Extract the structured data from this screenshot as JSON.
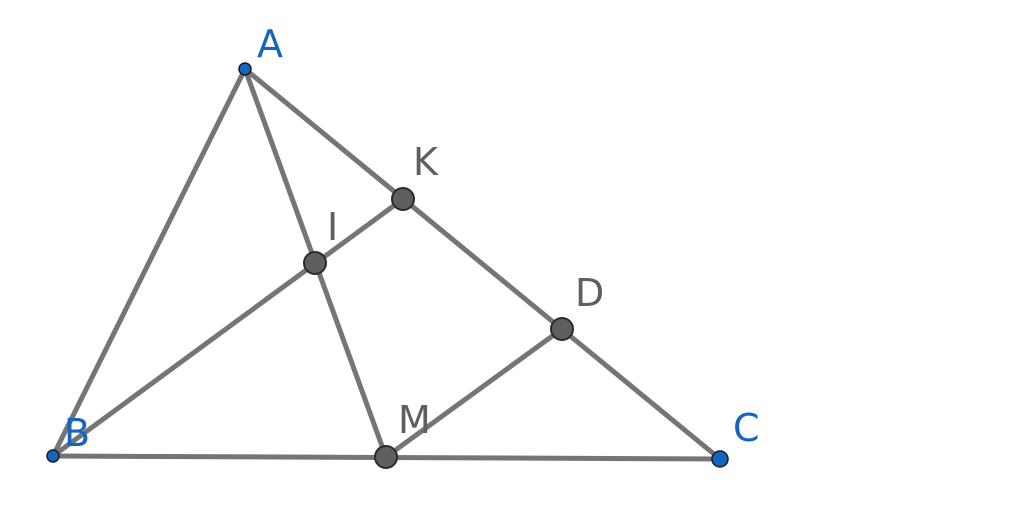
{
  "colors": {
    "segment": "#757575",
    "free_point_fill": "#1565c0",
    "free_point_label": "#1565c0",
    "dependent_point_fill": "#5f5f5f",
    "dependent_point_label": "#5f5f5f",
    "background": "#ffffff"
  },
  "points": {
    "A": {
      "label": "A",
      "type": "free"
    },
    "B": {
      "label": "B",
      "type": "free"
    },
    "C": {
      "label": "C",
      "type": "free"
    },
    "K": {
      "label": "K",
      "type": "dependent"
    },
    "I": {
      "label": "I",
      "type": "dependent"
    },
    "D": {
      "label": "D",
      "type": "dependent"
    },
    "M": {
      "label": "M",
      "type": "dependent"
    }
  },
  "segments": [
    {
      "from": "A",
      "to": "B"
    },
    {
      "from": "A",
      "to": "C"
    },
    {
      "from": "B",
      "to": "C"
    },
    {
      "from": "A",
      "to": "M"
    },
    {
      "from": "B",
      "to": "K"
    },
    {
      "from": "M",
      "to": "D"
    }
  ]
}
